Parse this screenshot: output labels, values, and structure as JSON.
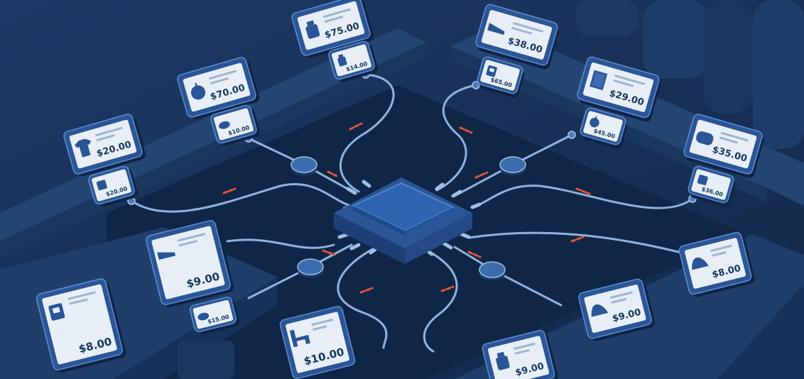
{
  "colors": {
    "background": "#173056",
    "floor": "#0f2446",
    "shelf_top": "#244672",
    "shelf_side": "#1c3a63",
    "cable": "#8fb3dc",
    "hub_top": "#2f65b0",
    "tag_frame": "#2a5596",
    "tag_screen": "#e8eef6",
    "accent_dash": "#e2553a"
  },
  "hub": {
    "icon": "chip-hub"
  },
  "tags": [
    {
      "id": "tag-75-large",
      "price": "$75.00",
      "icon": "bottle-icon"
    },
    {
      "id": "tag-14-small",
      "price": "$14.00",
      "icon": "bottle-icon"
    },
    {
      "id": "tag-70-large",
      "price": "$70.00",
      "icon": "apple-icon"
    },
    {
      "id": "tag-10-small",
      "price": "$10.00",
      "icon": "bread-icon"
    },
    {
      "id": "tag-20-large",
      "price": "$20.00",
      "icon": "shirt-icon"
    },
    {
      "id": "tag-20-small",
      "price": "$20.00",
      "icon": "box-icon"
    },
    {
      "id": "tag-38-large",
      "price": "$38.00",
      "icon": "shoe-icon"
    },
    {
      "id": "tag-65-small",
      "price": "$65.00",
      "icon": "jar-icon"
    },
    {
      "id": "tag-29-large",
      "price": "$29.00",
      "icon": "book-icon"
    },
    {
      "id": "tag-45-small",
      "price": "$45.00",
      "icon": "apple-icon"
    },
    {
      "id": "tag-35-large",
      "price": "$35.00",
      "icon": "bag-icon"
    },
    {
      "id": "tag-36-small",
      "price": "$36.00",
      "icon": "box-icon"
    },
    {
      "id": "tag-9-left",
      "price": "$9.00",
      "icon": "shoe-icon"
    },
    {
      "id": "tag-8-left",
      "price": "$8.00",
      "icon": "jar-icon"
    },
    {
      "id": "tag-15-small",
      "price": "$15.00",
      "icon": "bread-icon"
    },
    {
      "id": "tag-10-bottom",
      "price": "$10.00",
      "icon": "chair-icon"
    },
    {
      "id": "tag-9-bottom",
      "price": "$9.00",
      "icon": "bottle-icon"
    },
    {
      "id": "tag-9-right",
      "price": "$9.00",
      "icon": "cap-icon"
    },
    {
      "id": "tag-8-right",
      "price": "$8.00",
      "icon": "cap-icon"
    }
  ]
}
